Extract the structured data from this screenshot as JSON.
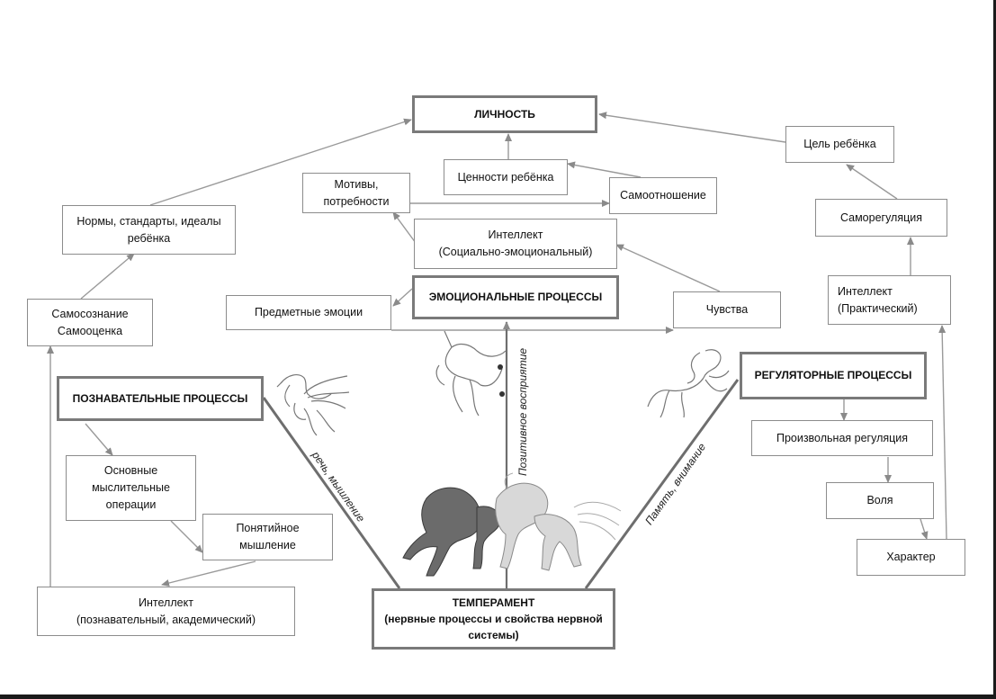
{
  "diagram": {
    "nodes": {
      "personality": "ЛИЧНОСТЬ",
      "child_goal": "Цель ребёнка",
      "child_values": "Ценности ребёнка",
      "motives": "Мотивы,\nпотребности",
      "self_attitude": "Самоотношение",
      "norms": "Нормы, стандарты, идеалы\nребёнка",
      "self_regulation": "Саморегуляция",
      "intellect_social": "Интеллект\n(Социально-эмоциональный)",
      "self_awareness": "Самосознание\nСамооценка",
      "object_emotions": "Предметные эмоции",
      "emotional_processes": "ЭМОЦИОНАЛЬНЫЕ ПРОЦЕССЫ",
      "feelings": "Чувства",
      "intellect_practical": "Интеллект\n(Практический)",
      "cognitive_processes": "ПОЗНАВАТЕЛЬНЫЕ ПРОЦЕССЫ",
      "regulatory_processes": "РЕГУЛЯТОРНЫЕ ПРОЦЕССЫ",
      "voluntary_regulation": "Произвольная регуляция",
      "thinking_operations": "Основные\nмыслительные\nоперации",
      "will": "Воля",
      "conceptual_thinking": "Понятийное\nмышление",
      "character": "Характер",
      "intellect_academic": "Интеллект\n(познавательный, академический)",
      "temperament": "ТЕМПЕРАМЕНТ\n(нервные процессы и свойства нервной\nсистемы)"
    },
    "edge_labels": {
      "speech_thinking": "речь, мышление",
      "positive_perception": "Позитивное восприятие",
      "memory_attention": "Память, внимание"
    }
  },
  "colors": {
    "line": "#9a9a9a",
    "thick_line": "#6e6e6e",
    "border": "#8c8c8c"
  },
  "icons": [
    "pegasus-sketch",
    "unicorn-sketch",
    "horse-sketch",
    "horse-herd-sketch"
  ]
}
